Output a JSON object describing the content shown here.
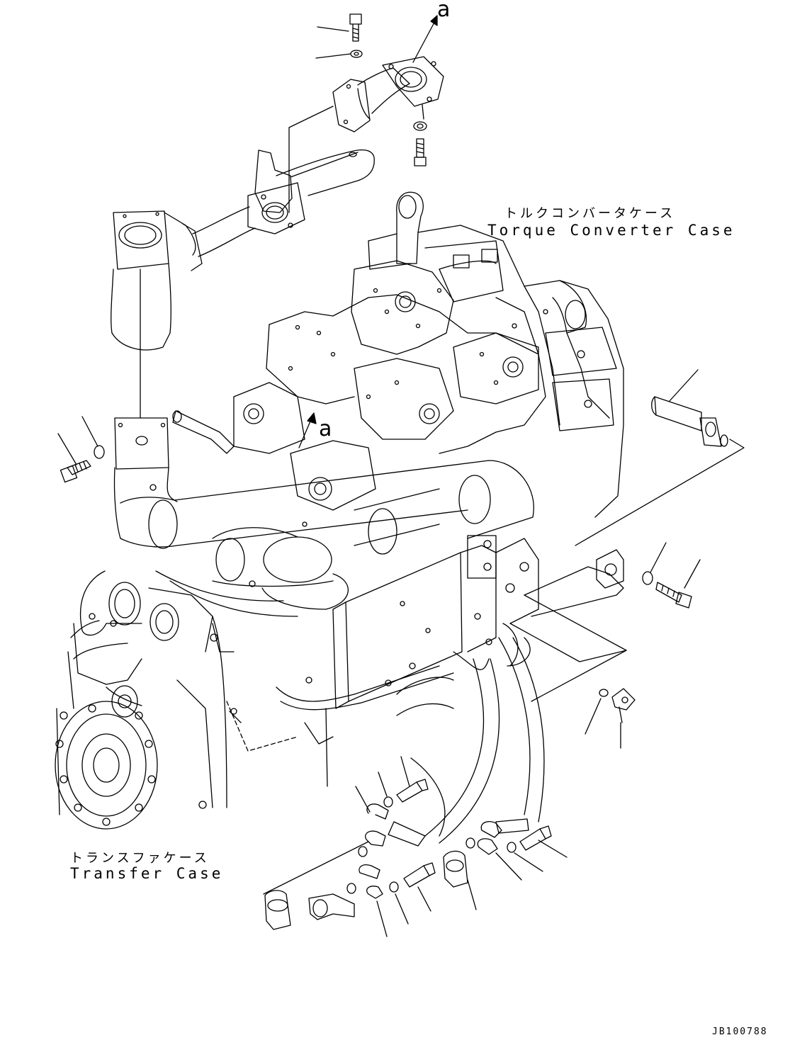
{
  "labels": {
    "torque_converter_jp": "トルクコンバータケース",
    "torque_converter_en": "Torque Converter Case",
    "transfer_jp": "トランスファケース",
    "transfer_en": "Transfer Case",
    "ref_a_top": "a",
    "ref_a_mid": "a",
    "doc_id": "JB100788"
  },
  "colors": {
    "line": "#000000",
    "background": "#ffffff"
  }
}
